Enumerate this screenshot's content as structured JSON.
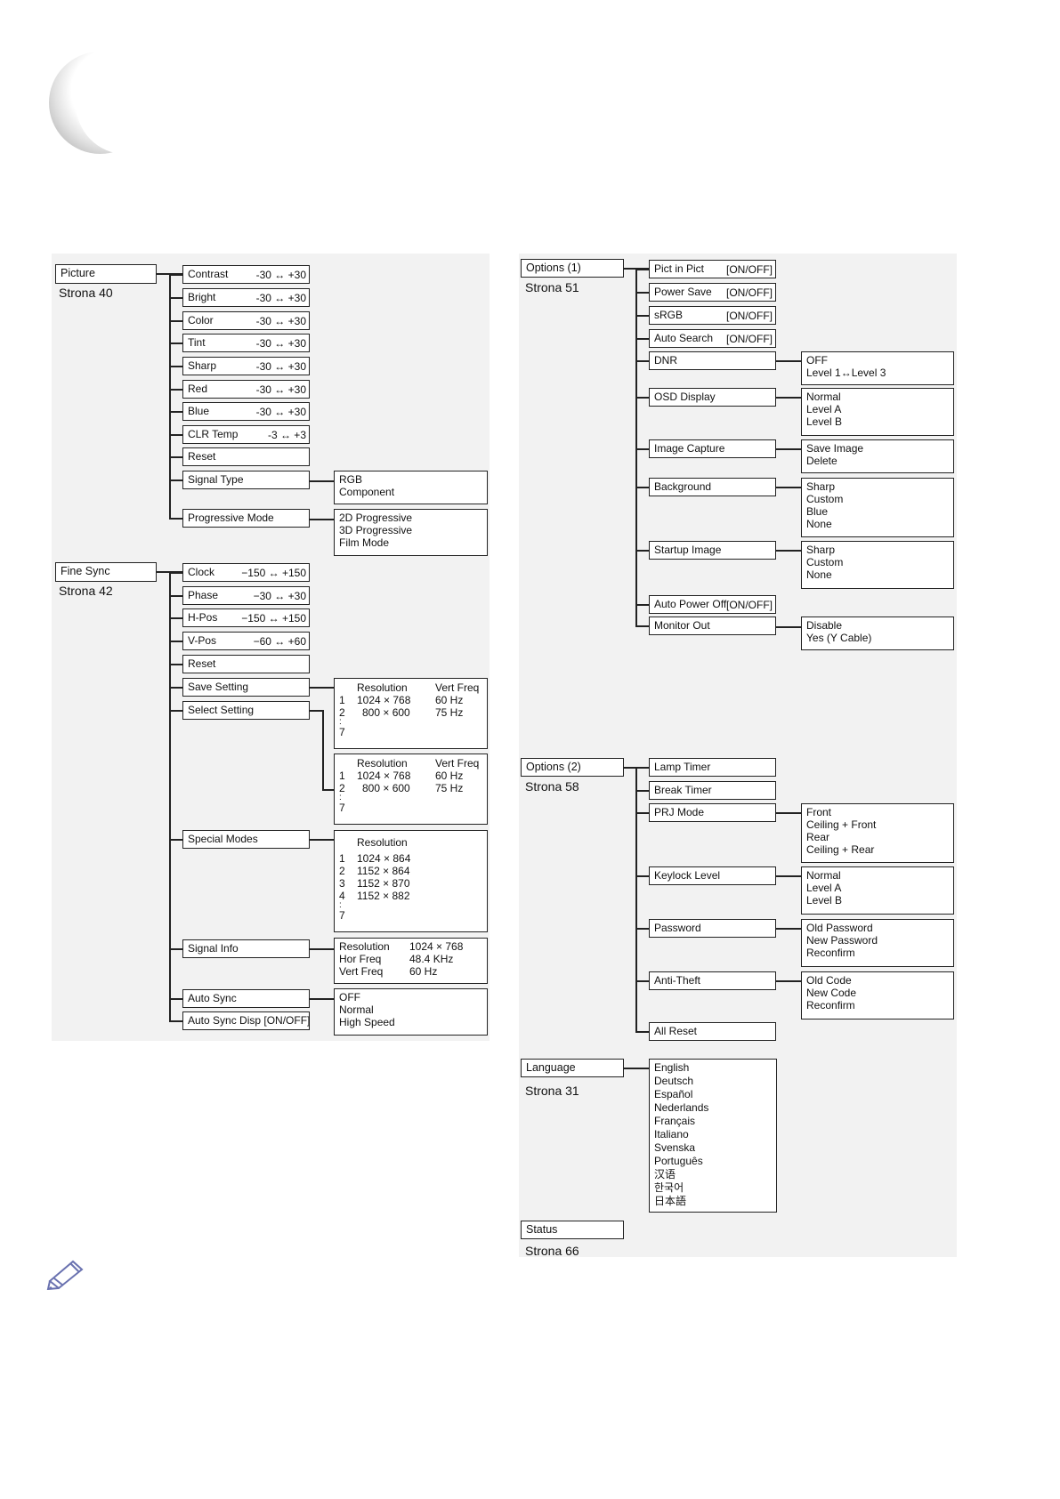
{
  "picture": {
    "title": "Picture",
    "page": "Strona 40",
    "items": [
      {
        "label": "Contrast",
        "range": "-30 ↔ +30"
      },
      {
        "label": "Bright",
        "range": "-30 ↔ +30"
      },
      {
        "label": "Color",
        "range": "-30 ↔ +30"
      },
      {
        "label": "Tint",
        "range": "-30 ↔ +30"
      },
      {
        "label": "Sharp",
        "range": "-30 ↔ +30"
      },
      {
        "label": "Red",
        "range": "-30 ↔ +30"
      },
      {
        "label": "Blue",
        "range": "-30 ↔ +30"
      },
      {
        "label": "CLR Temp",
        "range": "-3 ↔ +3"
      },
      {
        "label": "Reset",
        "range": ""
      },
      {
        "label": "Signal Type",
        "range": ""
      },
      {
        "label": "Progressive Mode",
        "range": ""
      }
    ],
    "signal_type_options": [
      "RGB",
      "Component"
    ],
    "progressive_options": [
      "2D Progressive",
      "3D Progressive",
      "Film Mode"
    ]
  },
  "fine_sync": {
    "title": "Fine Sync",
    "page": "Strona 42",
    "items": [
      {
        "label": "Clock",
        "range": "−150 ↔ +150"
      },
      {
        "label": "Phase",
        "range": "−30 ↔ +30"
      },
      {
        "label": "H-Pos",
        "range": "−150 ↔ +150"
      },
      {
        "label": "V-Pos",
        "range": "−60 ↔ +60"
      },
      {
        "label": "Reset",
        "range": ""
      },
      {
        "label": "Save Setting",
        "range": ""
      },
      {
        "label": "Select Setting",
        "range": ""
      },
      {
        "label": "Special Modes",
        "range": ""
      },
      {
        "label": "Signal Info",
        "range": ""
      },
      {
        "label": "Auto Sync",
        "range": ""
      },
      {
        "label": "Auto Sync Disp [ON/OFF]",
        "range": ""
      }
    ],
    "save_table": {
      "headers": [
        "Resolution",
        "Vert Freq"
      ],
      "rows": [
        [
          "1",
          "1024 × 768",
          "60 Hz"
        ],
        [
          "2",
          "800 × 600",
          "75 Hz"
        ]
      ],
      "ellipsis": ":",
      "last": "7"
    },
    "select_table": {
      "headers": [
        "Resolution",
        "Vert Freq"
      ],
      "rows": [
        [
          "1",
          "1024 × 768",
          "60 Hz"
        ],
        [
          "2",
          "800 × 600",
          "75 Hz"
        ]
      ],
      "ellipsis": ":",
      "last": "7"
    },
    "special_table": {
      "header": "Resolution",
      "rows": [
        [
          "1",
          "1024 × 864"
        ],
        [
          "2",
          "1152 × 864"
        ],
        [
          "3",
          "1152 × 870"
        ],
        [
          "4",
          "1152 × 882"
        ]
      ],
      "ellipsis": ":",
      "last": "7"
    },
    "signal_info": [
      [
        "Resolution",
        "1024 × 768"
      ],
      [
        "Hor Freq",
        "48.4 KHz"
      ],
      [
        "Vert Freq",
        "60 Hz"
      ]
    ],
    "auto_sync_options": [
      "OFF",
      "Normal",
      "High Speed"
    ]
  },
  "options1": {
    "title": "Options (1)",
    "page": "Strona 51",
    "items": [
      {
        "label": "Pict in Pict",
        "state": "[ON/OFF]"
      },
      {
        "label": "Power Save",
        "state": "[ON/OFF]"
      },
      {
        "label": "sRGB",
        "state": "[ON/OFF]"
      },
      {
        "label": "Auto Search",
        "state": "[ON/OFF]"
      },
      {
        "label": "DNR",
        "state": ""
      },
      {
        "label": "OSD Display",
        "state": ""
      },
      {
        "label": "Image Capture",
        "state": ""
      },
      {
        "label": "Background",
        "state": ""
      },
      {
        "label": "Startup Image",
        "state": ""
      },
      {
        "label": "Auto Power Off",
        "state": "[ON/OFF]"
      },
      {
        "label": "Monitor Out",
        "state": ""
      }
    ],
    "dnr_options": [
      "OFF",
      "Level 1↔Level 3"
    ],
    "osd_options": [
      "Normal",
      "Level A",
      "Level B"
    ],
    "capture_options": [
      "Save Image",
      "Delete"
    ],
    "background_options": [
      "Sharp",
      "Custom",
      "Blue",
      "None"
    ],
    "startup_options": [
      "Sharp",
      "Custom",
      "None"
    ],
    "monitor_options": [
      "Disable",
      "Yes (Y Cable)"
    ]
  },
  "options2": {
    "title": "Options (2)",
    "page": "Strona 58",
    "items": [
      "Lamp Timer",
      "Break Timer",
      "PRJ Mode",
      "Keylock Level",
      "Password",
      "Anti-Theft",
      "All Reset"
    ],
    "prj_options": [
      "Front",
      "Ceiling + Front",
      "Rear",
      "Ceiling + Rear"
    ],
    "keylock_options": [
      "Normal",
      "Level A",
      "Level B"
    ],
    "password_options": [
      "Old Password",
      "New Password",
      "Reconfirm"
    ],
    "antitheft_options": [
      "Old Code",
      "New Code",
      "Reconfirm"
    ]
  },
  "language": {
    "title": "Language",
    "page": "Strona 31",
    "options": [
      "English",
      "Deutsch",
      "Español",
      "Nederlands",
      "Français",
      "Italiano",
      "Svenska",
      "Português",
      "汉语",
      "한국어",
      "日本語"
    ]
  },
  "status": {
    "title": "Status",
    "page": "Strona 66"
  },
  "icons": {
    "note": "pencil-note-icon",
    "header": "circle-decoration"
  }
}
